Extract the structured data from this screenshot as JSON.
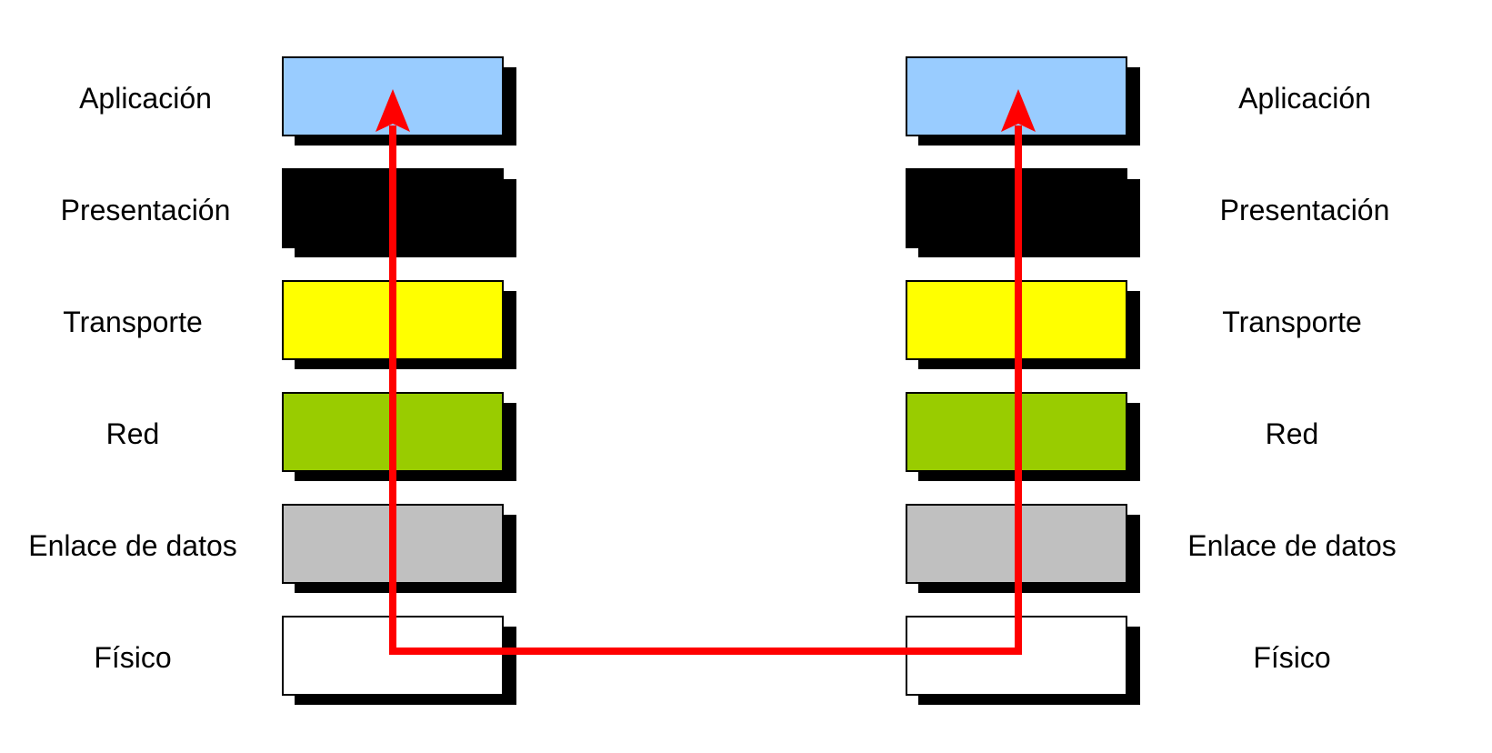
{
  "left_stack": {
    "layers": [
      {
        "label": "Aplicación",
        "color": "#99ccff"
      },
      {
        "label": "Presentación",
        "color": "#000000"
      },
      {
        "label": "Transporte",
        "color": "#ffff00"
      },
      {
        "label": "Red",
        "color": "#99cc00"
      },
      {
        "label": "Enlace de datos",
        "color": "#c0c0c0"
      },
      {
        "label": "Físico",
        "color": "#ffffff"
      }
    ]
  },
  "right_stack": {
    "layers": [
      {
        "label": "Aplicación",
        "color": "#99ccff"
      },
      {
        "label": "Presentación",
        "color": "#000000"
      },
      {
        "label": "Transporte",
        "color": "#ffff00"
      },
      {
        "label": "Red",
        "color": "#99cc00"
      },
      {
        "label": "Enlace de datos",
        "color": "#c0c0c0"
      },
      {
        "label": "Físico",
        "color": "#ffffff"
      }
    ]
  },
  "route": {
    "color": "#ff0000",
    "path": [
      "left Aplicación",
      "left Físico",
      "right Físico",
      "right Aplicación"
    ]
  }
}
